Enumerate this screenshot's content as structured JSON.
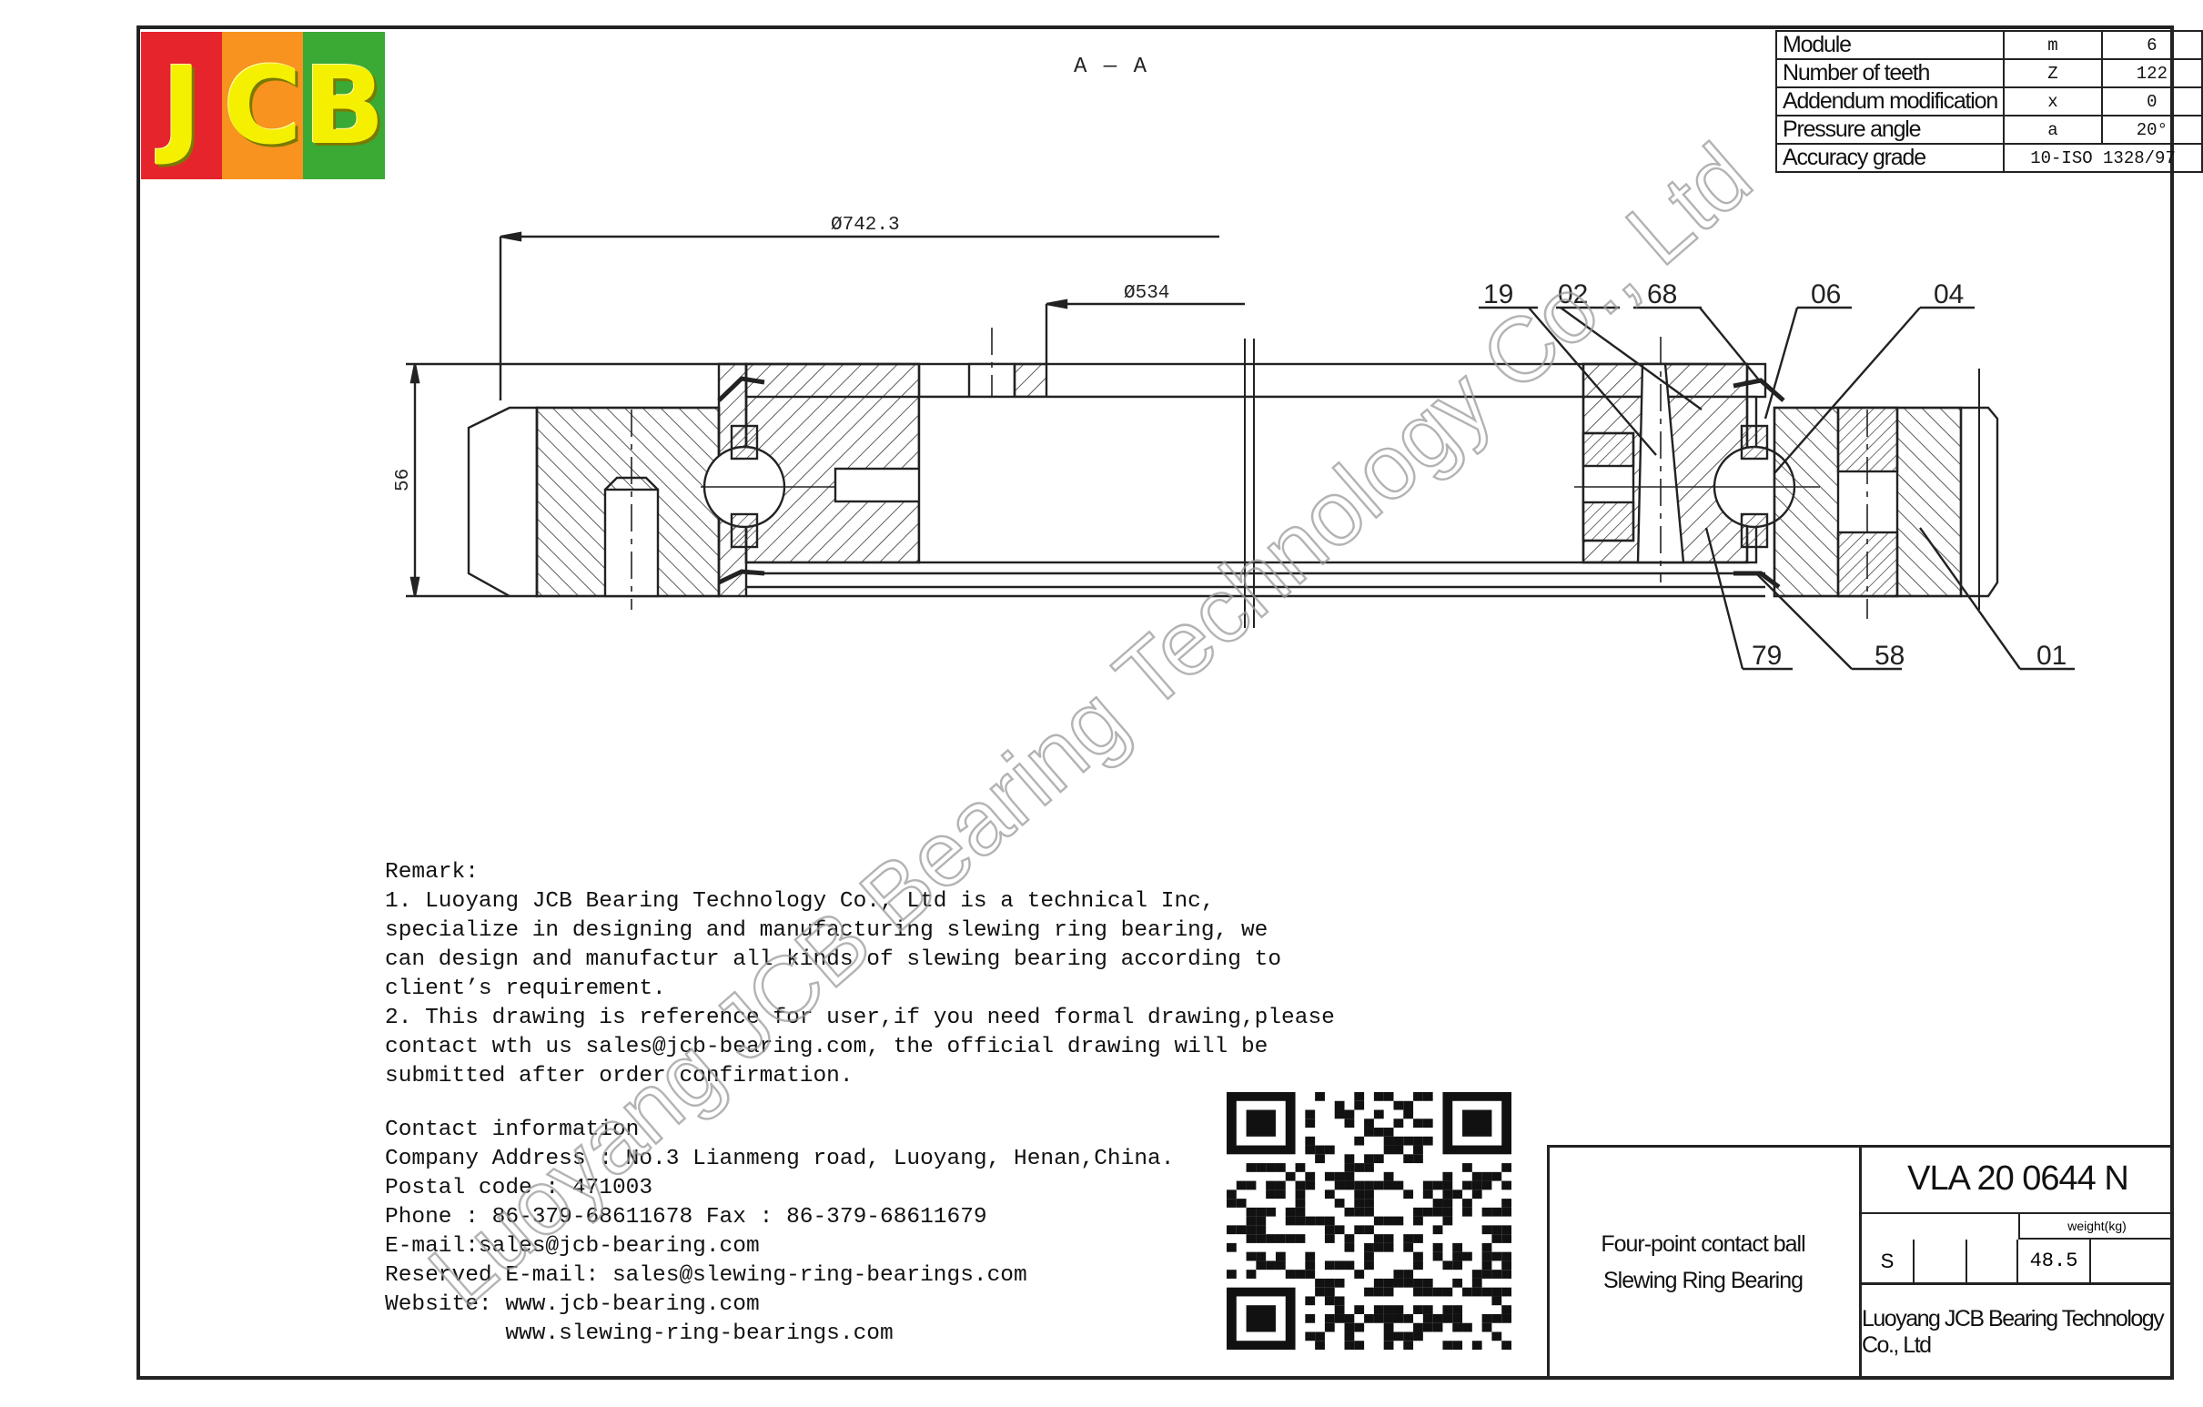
{
  "logo": {
    "letters": [
      "J",
      "C",
      "B"
    ]
  },
  "section_mark": "A — A",
  "params": [
    {
      "label": "Module",
      "symbol": "m",
      "value": "6"
    },
    {
      "label": "Number of teeth",
      "symbol": "Z",
      "value": "122"
    },
    {
      "label": "Addendum modification",
      "symbol": "x",
      "value": "0"
    },
    {
      "label": "Pressure angle",
      "symbol": "a",
      "value": "20°"
    },
    {
      "label": "Accuracy grade",
      "value": "10-ISO 1328/97"
    }
  ],
  "dimensions": {
    "outer_diameter": "Ø742.3",
    "inner_diameter": "Ø534",
    "height": "56"
  },
  "callouts": [
    "19",
    "02",
    "68",
    "06",
    "04",
    "79",
    "58",
    "01"
  ],
  "remarks": {
    "title": "Remark:",
    "lines": [
      "1. Luoyang JCB Bearing Technology Co., Ltd is a technical Inc,",
      "specialize in designing and manufacturing slewing ring bearing, we",
      "can design and manufactur all kinds of slewing bearing according to",
      "client’s requirement.",
      "2. This drawing is reference for user,if you need formal drawing,please",
      "contact wth us sales@jcb-bearing.com, the official drawing will be",
      "submitted after order confirmation."
    ]
  },
  "contact": {
    "lines": [
      "Contact information",
      "Company Address : No.3 Lianmeng road, Luoyang, Henan,China.",
      "Postal code : 471003",
      "Phone : 86-379-68611678 Fax : 86-379-68611679",
      "E-mail:sales@jcb-bearing.com",
      "Reserved E-mail: sales@slewing-ring-bearings.com",
      "Website: www.jcb-bearing.com",
      "         www.slewing-ring-bearings.com"
    ]
  },
  "title_block": {
    "type_line1": "Four-point contact ball",
    "type_line2": "Slewing Ring Bearing",
    "model": "VLA 20 0644 N",
    "weight_label": "weight(kg)",
    "grade": "S",
    "weight_value": "48.5",
    "company": "Luoyang JCB Bearing Technology Co., Ltd"
  },
  "watermark": "Luoyang JCB Bearing Technology Co., Ltd",
  "colors": {
    "line": "#222222",
    "logo_red": "#e5242b",
    "logo_orange": "#f7931e",
    "logo_green": "#3aaa35",
    "logo_letters": "#f4f000",
    "watermark": "#bdbdbd"
  }
}
